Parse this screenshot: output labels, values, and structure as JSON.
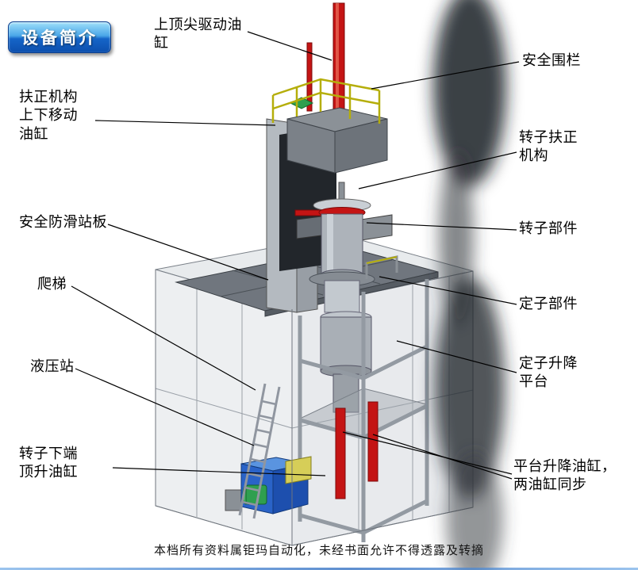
{
  "page": {
    "badge": "设备简介",
    "footer": "本档所有资料属钜玛自动化，未经书面允许不得透露及转摘"
  },
  "labels": {
    "top_drive_cylinder": "上顶尖驱动油缸",
    "safety_fence": "安全围栏",
    "righting_move_cylinder": "扶正机构上下移动油缸",
    "rotor_righting_mech": "转子扶正机构",
    "anti_slip_platform": "安全防滑站板",
    "rotor_component": "转子部件",
    "ladder": "爬梯",
    "stator_component": "定子部件",
    "hydraulic_station": "液压站",
    "stator_lift_platform": "定子升降平台",
    "rotor_lower_jack_cylinder": "转子下端顶升油缸",
    "platform_lift_cylinders": "平台升降油缸，两油缸同步"
  },
  "colors": {
    "badge_top": "#9fe0fa",
    "badge_mid": "#4aa6e8",
    "badge_bottom": "#1565c8",
    "badge_deep": "#0d4fae",
    "cylinder_red": "#c41414",
    "railing_yellow": "#b5ae0a",
    "hydraulic_blue": "#2a63c8",
    "motor_green": "#2f9f4f",
    "pump_yellow": "#d6ce58",
    "leader_line": "#000000"
  }
}
